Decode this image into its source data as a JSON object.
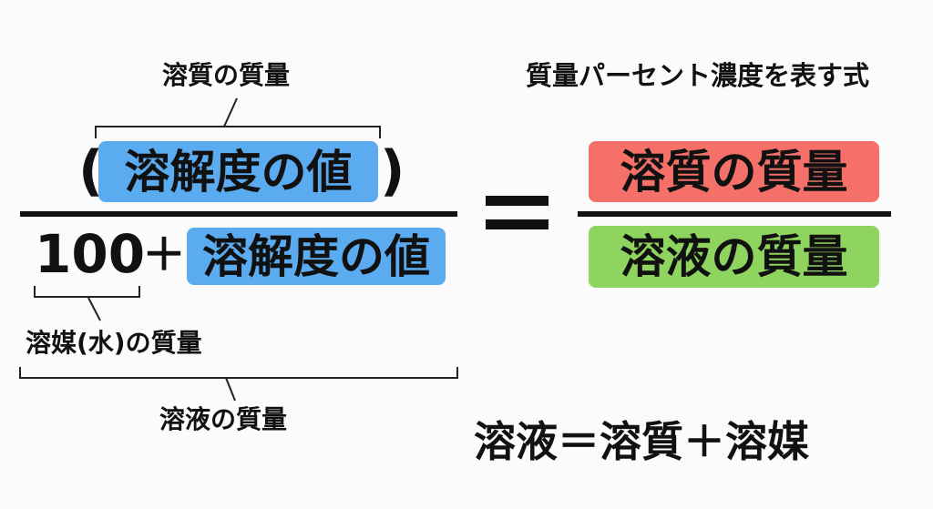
{
  "colors": {
    "solubility": "#5aabf0",
    "solute": "#f47068",
    "solution": "#8ed45e",
    "ink": "#111111"
  },
  "title": "質量パーセント濃度を表す式",
  "left_fraction": {
    "numerator_open": "(",
    "numerator_term": "溶解度の値",
    "numerator_close": ")",
    "denominator_number": "100",
    "denominator_plus": "＋",
    "denominator_term": "溶解度の値"
  },
  "annotations": {
    "solute_mass": "溶質の質量",
    "solvent_mass": "溶媒(水)の質量",
    "solution_mass": "溶液の質量"
  },
  "equals": "=",
  "right_fraction": {
    "numerator": "溶質の質量",
    "denominator": "溶液の質量"
  },
  "relation": "溶液＝溶質＋溶媒"
}
